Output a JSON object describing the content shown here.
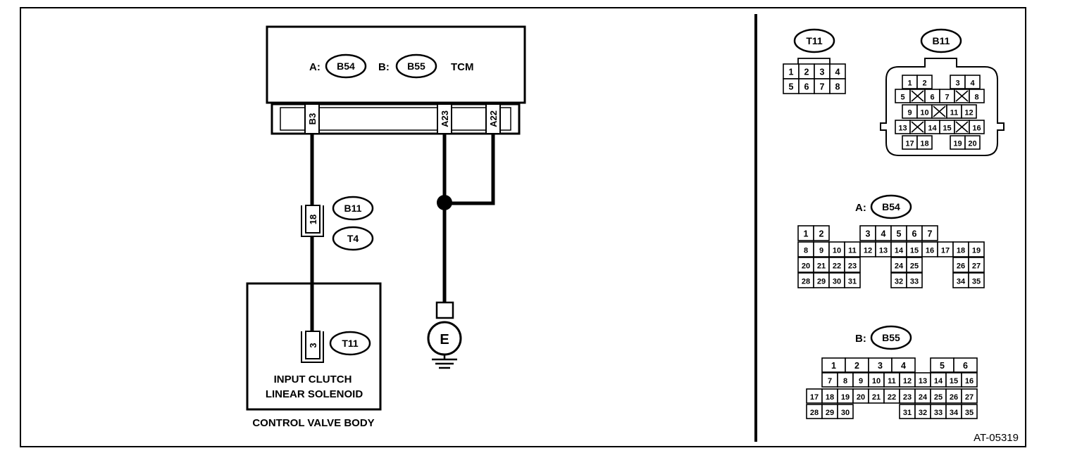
{
  "tcm": {
    "connector_a_prefix": "A:",
    "connector_a_tag": "B54",
    "connector_b_prefix": "B:",
    "connector_b_tag": "B55",
    "name": "TCM",
    "pins": [
      "B3",
      "A23",
      "A22"
    ]
  },
  "harness_connector": {
    "pin": "18",
    "tags": [
      "B11",
      "T4"
    ]
  },
  "solenoid": {
    "pin": "3",
    "tag": "T11",
    "label_line1": "INPUT CLUTCH",
    "label_line2": "LINEAR SOLENOID"
  },
  "control_valve_label": "CONTROL VALVE BODY",
  "ground_label": "E",
  "figure_id": "AT-05319",
  "connector_views": {
    "t11": {
      "tag": "T11",
      "rows": [
        [
          "1",
          "2",
          "3",
          "4"
        ],
        [
          "5",
          "6",
          "7",
          "8"
        ]
      ]
    },
    "b11": {
      "tag": "B11",
      "rows": [
        [
          "1",
          "2",
          "",
          "3",
          "4"
        ],
        [
          "5",
          "X",
          "6",
          "7",
          "X",
          "8"
        ],
        [
          "9",
          "10",
          "X",
          "11",
          "12"
        ],
        [
          "13",
          "X",
          "14",
          "15",
          "X",
          "16"
        ],
        [
          "17",
          "18",
          "",
          "19",
          "20"
        ]
      ]
    },
    "b54": {
      "prefix": "A:",
      "tag": "B54",
      "rows": [
        [
          "1",
          "2",
          "",
          "3",
          "4",
          "5",
          "6",
          "7"
        ],
        [
          "8",
          "9",
          "10",
          "11",
          "12",
          "13",
          "14",
          "15",
          "16",
          "17",
          "18",
          "19"
        ],
        [
          "20",
          "21",
          "22",
          "23",
          "24",
          "25",
          "26",
          "27"
        ],
        [
          "28",
          "29",
          "30",
          "31",
          "32",
          "33",
          "34",
          "35"
        ]
      ]
    },
    "b55": {
      "prefix": "B:",
      "tag": "B55",
      "rows": [
        [
          "1",
          "2",
          "3",
          "4",
          "5",
          "6"
        ],
        [
          "7",
          "8",
          "9",
          "10",
          "11",
          "12",
          "13",
          "14",
          "15",
          "16"
        ],
        [
          "17",
          "18",
          "19",
          "20",
          "21",
          "22",
          "23",
          "24",
          "25",
          "26",
          "27"
        ],
        [
          "28",
          "29",
          "30",
          "31",
          "32",
          "33",
          "34",
          "35"
        ]
      ]
    }
  }
}
